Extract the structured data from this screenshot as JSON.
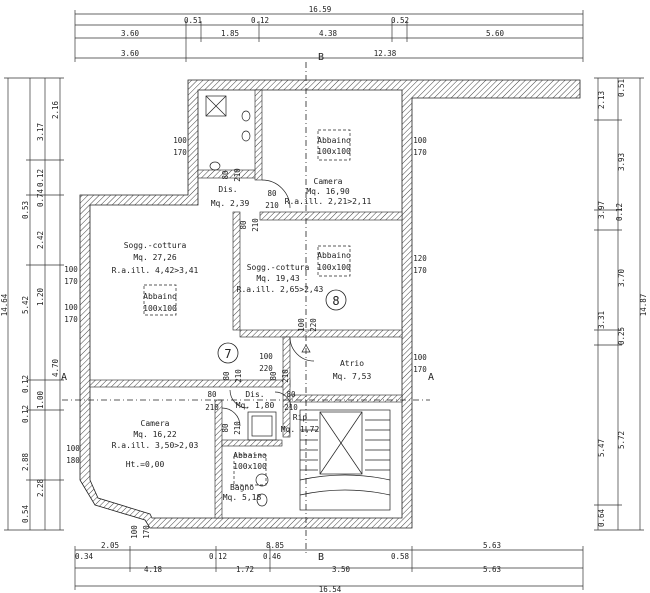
{
  "top_dimensions": {
    "overall": "16.59",
    "row2": [
      "0.51",
      "0.12",
      "0.52"
    ],
    "row3": [
      "3.60",
      "1.85",
      "4.38",
      "5.60"
    ],
    "row4": [
      "3.60",
      "12.38"
    ]
  },
  "bottom_dimensions": {
    "row1": [
      "2.05",
      "8.85",
      "5.63"
    ],
    "row2": [
      "0.34",
      "0.12",
      "0.46",
      "0.58"
    ],
    "row3": [
      "4.18",
      "1.72",
      "3.50",
      "5.63"
    ],
    "overall": "16.54"
  },
  "left_dimensions": {
    "overall": "14.64",
    "col2": [
      "0.53",
      "5.42",
      "0.12",
      "0.12",
      "2.88",
      "0.54"
    ],
    "col3": [
      "3.17",
      "0.12",
      "0.74",
      "2.42",
      "1.20",
      "4.70",
      "1.00",
      "2.28"
    ],
    "col4": [
      "2.16"
    ]
  },
  "right_dimensions": {
    "overall": "14.87",
    "col1": [
      "2.13",
      "3.97",
      "0.12",
      "3.31",
      "5.47",
      "0.64"
    ],
    "col2": [
      "0.51",
      "3.93",
      "3.70",
      "0.25",
      "5.72"
    ]
  },
  "section_markers": {
    "b": "B",
    "a": "A"
  },
  "rooms": {
    "camera_top": {
      "name": "Camera",
      "area": "Mq. 16,90",
      "ratio": "R.a.ill. 2,21>2,11"
    },
    "dis_top": {
      "name": "Dis.",
      "area": "Mq. 2,39"
    },
    "sogg_left": {
      "name": "Sogg.-cottura",
      "area": "Mq. 27,26",
      "ratio": "R.a.ill. 4,42>3,41"
    },
    "sogg_right": {
      "name": "Sogg.-cottura",
      "area": "Mq. 19,43",
      "ratio": "R.a.ill. 2,65>2,43"
    },
    "atrio": {
      "name": "Atrio",
      "area": "Mq. 7,53"
    },
    "dis_bottom": {
      "name": "Dis.",
      "area": "Mq. 1,80"
    },
    "rip": {
      "name": "Rip",
      "area": "Mq. 1,72"
    },
    "camera_bottom": {
      "name": "Camera",
      "area": "Mq. 16,22",
      "ratio": "R.a.ill. 3,50>2,03",
      "height": "Ht.=0,00"
    },
    "bagno": {
      "name": "Bagno",
      "area": "Mq. 5,18"
    }
  },
  "skylights": [
    {
      "label": "Abbaino",
      "size": "100x100"
    },
    {
      "label": "Abbaino",
      "size": "100x100"
    },
    {
      "label": "Abbaino",
      "size": "100x100"
    },
    {
      "label": "Abbaino",
      "size": "100x100"
    }
  ],
  "windows": [
    {
      "w": "100",
      "h": "170"
    },
    {
      "w": "100",
      "h": "170"
    },
    {
      "w": "120",
      "h": "170"
    },
    {
      "w": "100",
      "h": "170"
    },
    {
      "w": "100",
      "h": "170"
    },
    {
      "w": "100",
      "h": "170"
    },
    {
      "w": "100",
      "h": "180"
    },
    {
      "w": "100",
      "h": "170"
    }
  ],
  "doors": [
    {
      "w": "80",
      "h": "210"
    },
    {
      "w": "80",
      "h": "210"
    },
    {
      "w": "80",
      "h": "210"
    },
    {
      "w": "100",
      "h": "220"
    },
    {
      "w": "100",
      "h": "220"
    },
    {
      "w": "80",
      "h": "210"
    },
    {
      "w": "80",
      "h": "210"
    },
    {
      "w": "80",
      "h": "210"
    },
    {
      "w": "80",
      "h": "210"
    },
    {
      "w": "80",
      "h": "210"
    }
  ],
  "unit_labels": {
    "left": "7",
    "right": "8"
  }
}
